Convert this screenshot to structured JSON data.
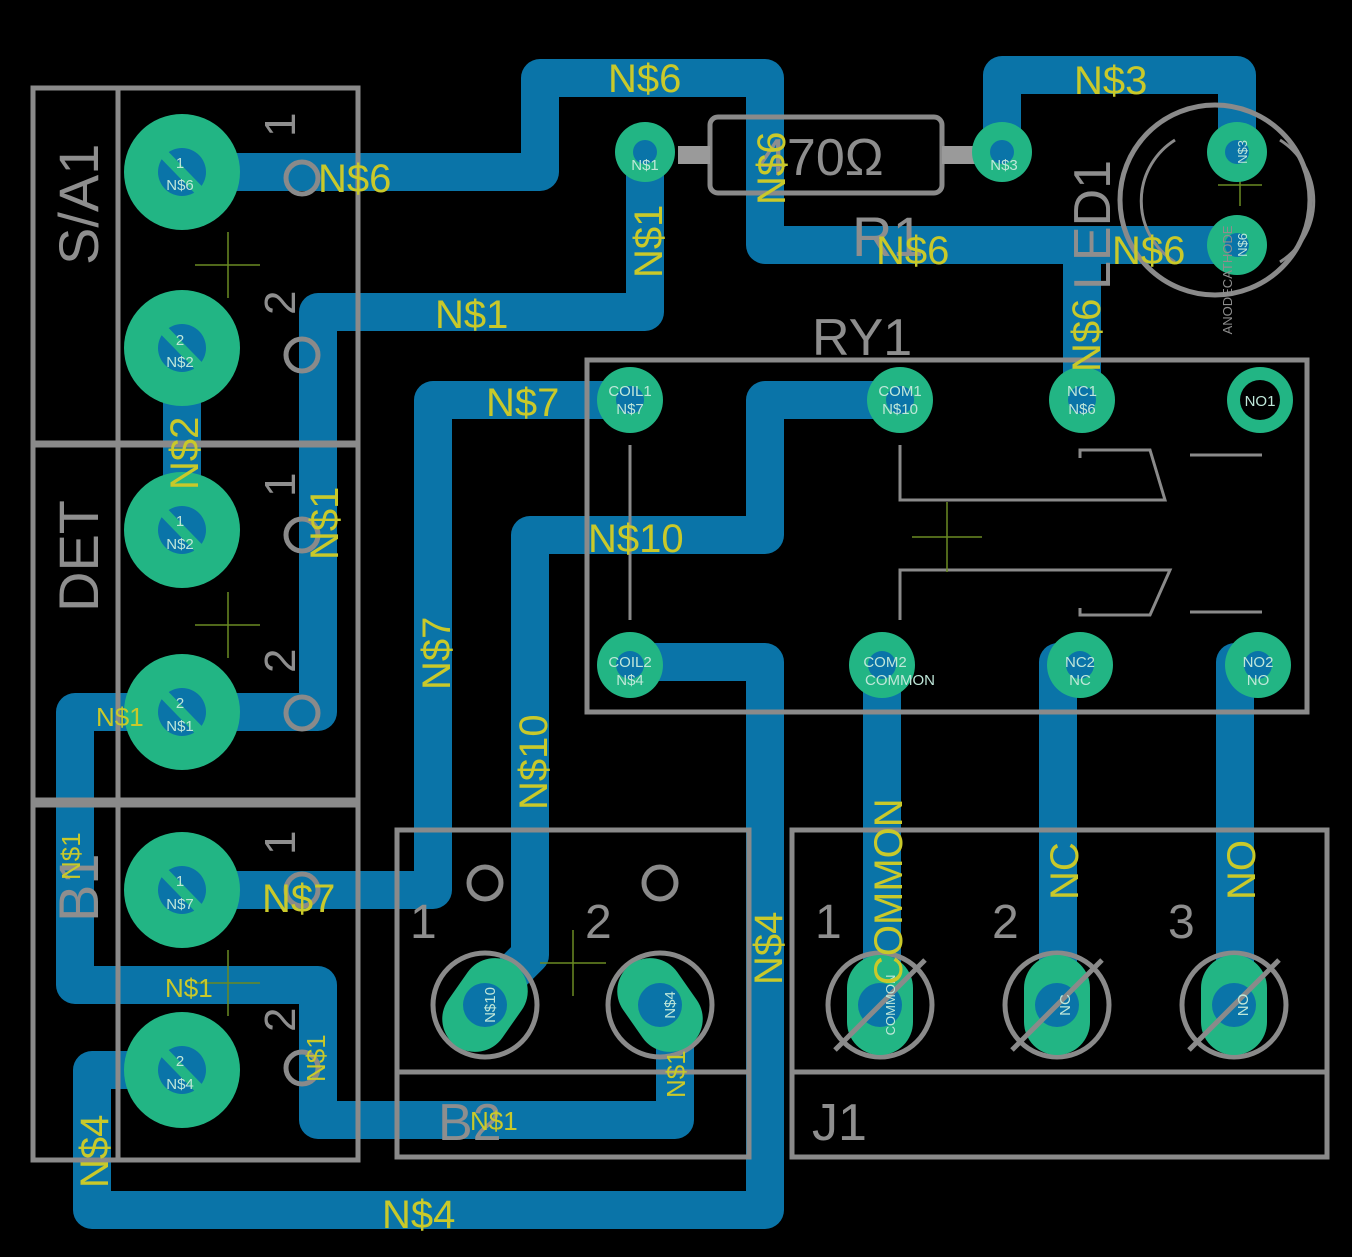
{
  "components": {
    "sa1": "S/A1",
    "det": "DET",
    "b1": "B1",
    "b2": "B2",
    "j1": "J1",
    "r1": "R1",
    "r1_value": "470Ω",
    "led1": "LED1",
    "ry1": "RY1"
  },
  "terminal_numbers": {
    "one": "1",
    "two": "2",
    "three": "3"
  },
  "relay_pins": {
    "coil1": "COIL1",
    "coil1_net": "N$7",
    "com1": "COM1",
    "com1_net": "N$10",
    "nc1": "NC1",
    "nc1_net": "N$6",
    "no1": "NO1",
    "coil2": "COIL2",
    "coil2_net": "N$4",
    "com2": "COM2",
    "com2_net": "COMMON",
    "nc2": "NC2",
    "nc2_net": "NC",
    "no2": "NO2",
    "no2_net": "NO"
  },
  "led_pins": {
    "anode": "ANODE",
    "cathode": "CATHODE"
  },
  "nets": {
    "n1": "N$1",
    "n2": "N$2",
    "n3": "N$3",
    "n4": "N$4",
    "n6": "N$6",
    "n7": "N$7",
    "n10": "N$10",
    "common": "COMMON",
    "nc": "NC",
    "no": "NO"
  },
  "colors": {
    "background": "#000000",
    "copper_trace": "#0a74a8",
    "pad": "#22b584",
    "silkscreen": "#8a8a8a",
    "net_label": "#c9c92a"
  }
}
